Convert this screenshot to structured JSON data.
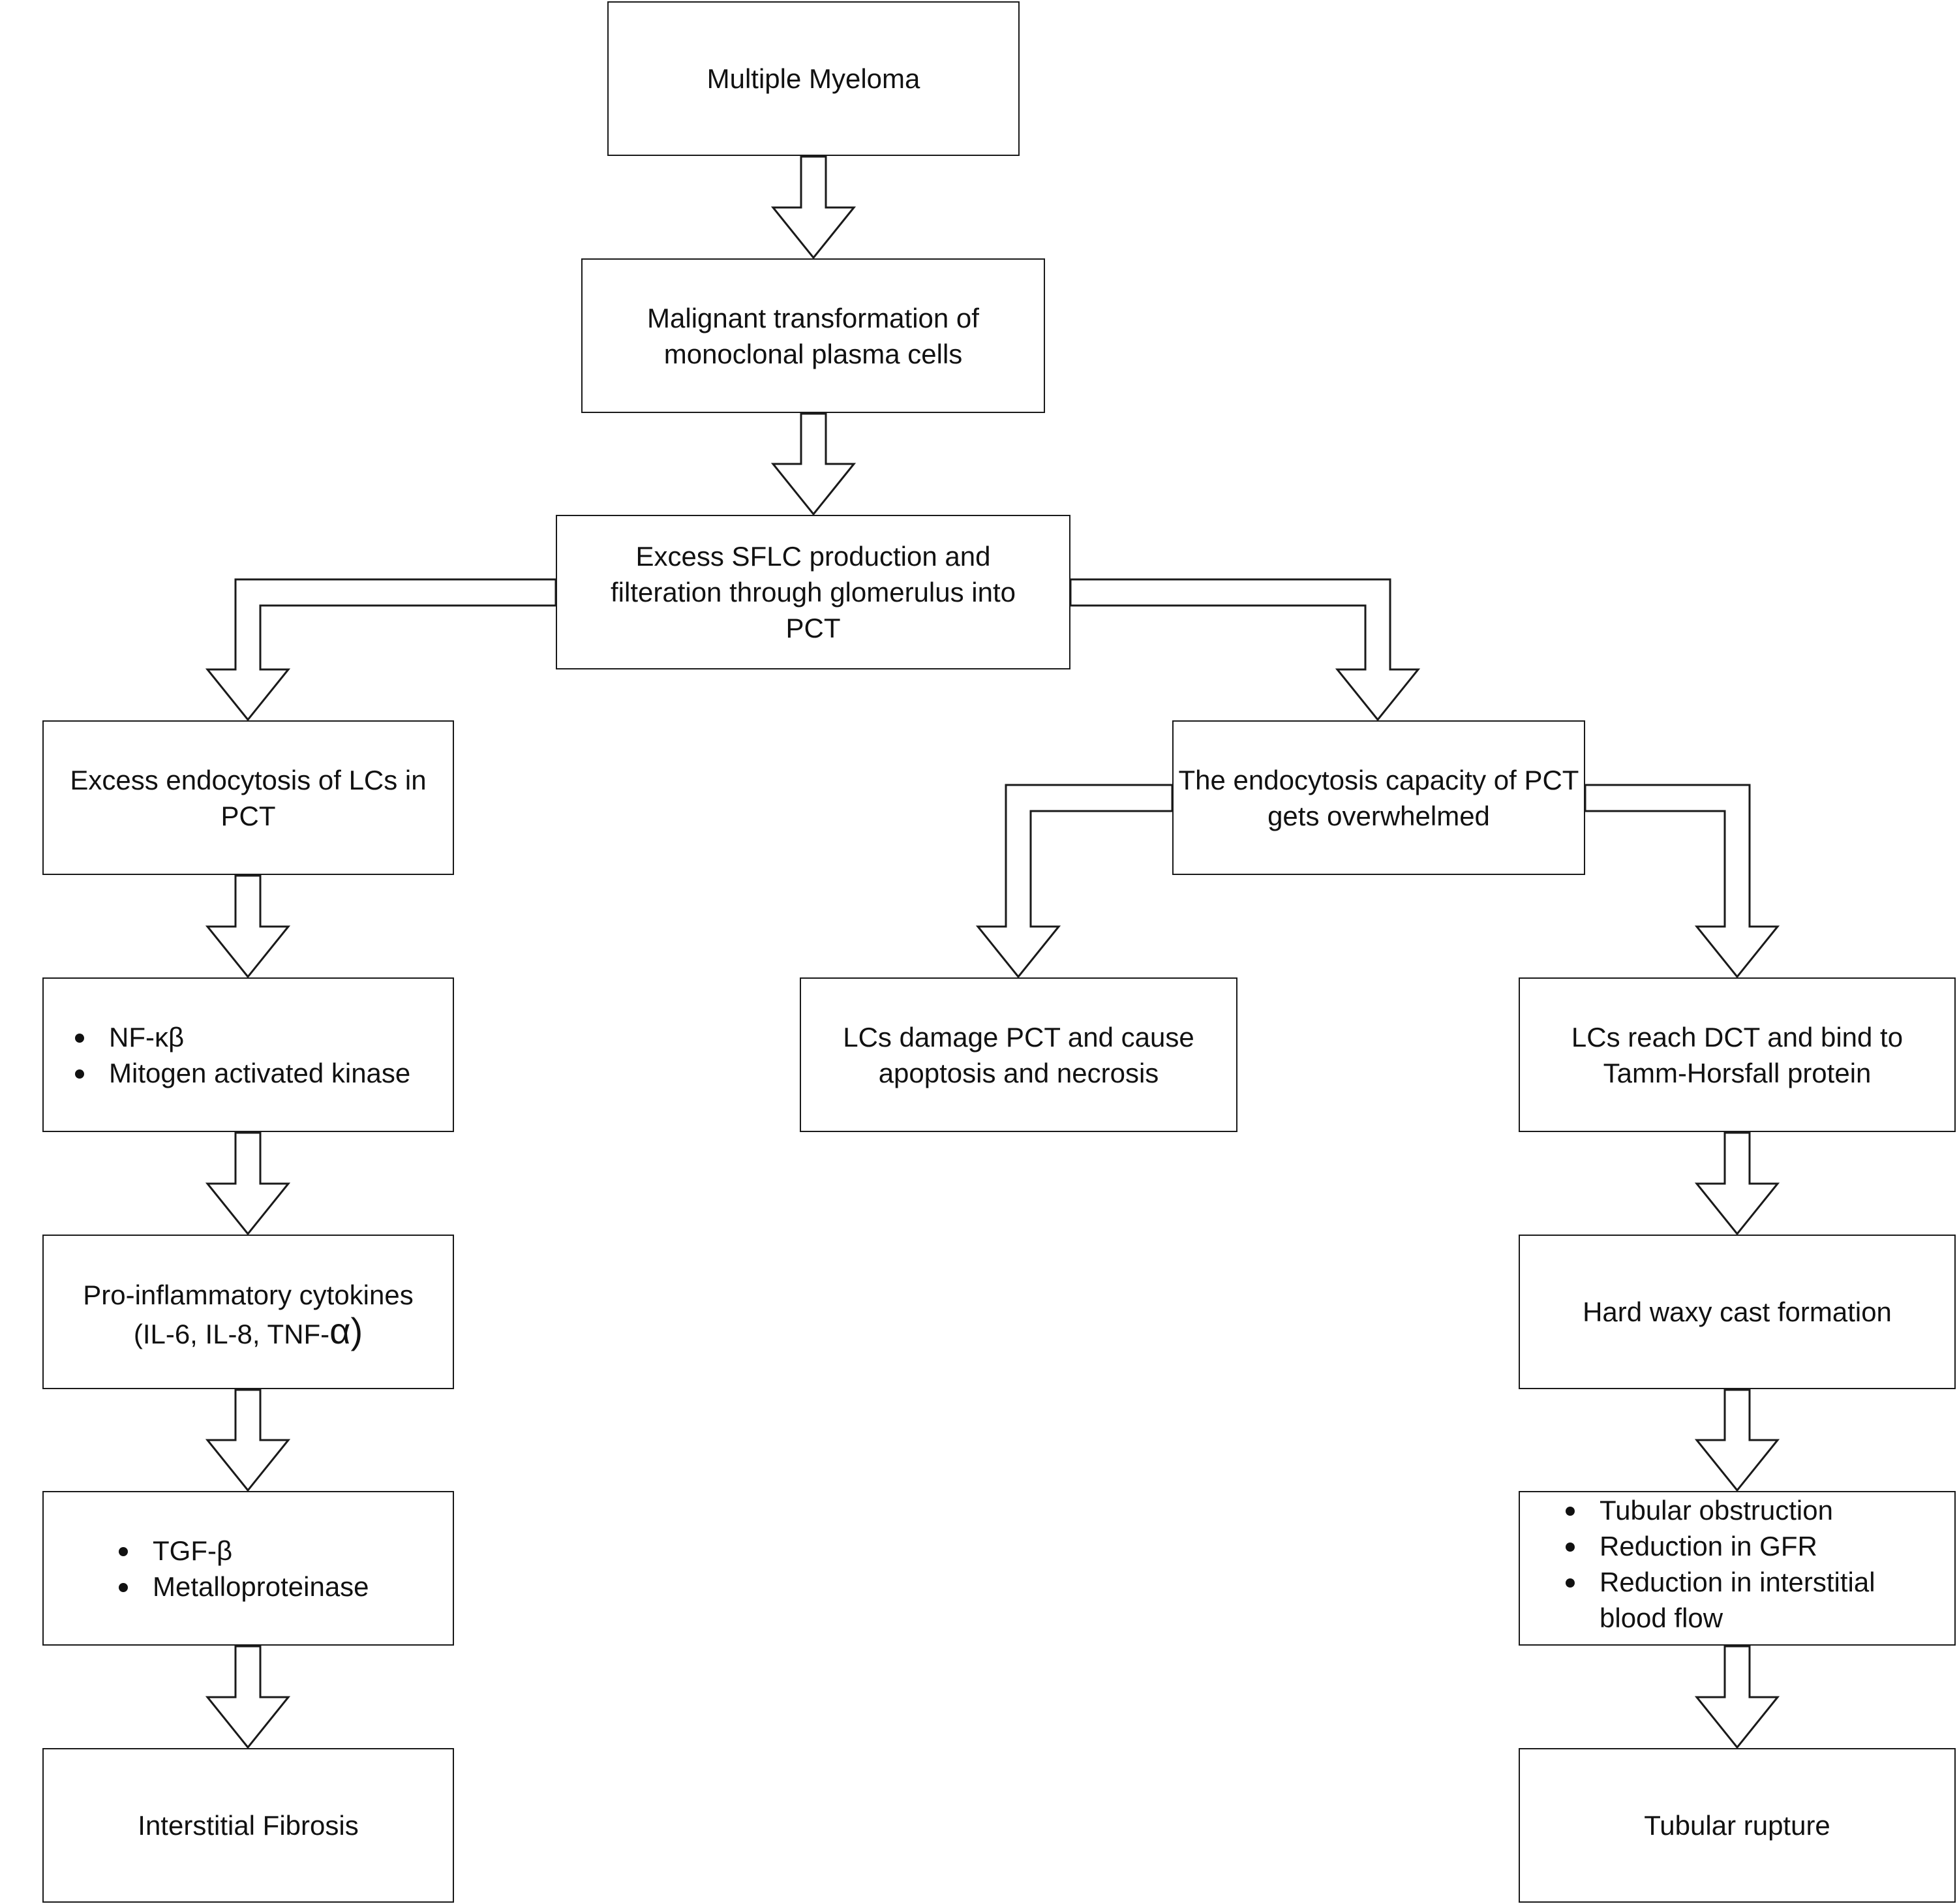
{
  "nodes": {
    "multiple_myeloma": "Multiple Myeloma",
    "malignant_transformation": "Malignant transformation of monoclonal plasma cells",
    "excess_sflc": "Excess SFLC production and filteration through glomerulus into PCT",
    "excess_endocytosis": "Excess endocytosis of LCs in PCT",
    "capacity_overwhelmed": "The endocytosis capacity of PCT gets overwhelmed",
    "signaling": [
      "NF-κβ",
      "Mitogen activated kinase"
    ],
    "lc_damage": "LCs damage PCT and cause apoptosis and necrosis",
    "lc_reach_dct": "LCs reach DCT and bind to Tamm-Horsfall protein",
    "cytokines_line1": "Pro-inflammatory cytokines",
    "cytokines_line2_prefix": "(IL-6, IL-8, TNF-",
    "cytokines_line2_symbol": "α",
    "cytokines_line2_suffix": ")",
    "cast_formation": "Hard waxy cast formation",
    "tgf_items": [
      "TGF-β",
      "Metalloproteinase"
    ],
    "obstruction_items": [
      "Tubular obstruction",
      "Reduction in GFR",
      "Reduction in interstitial blood flow"
    ],
    "interstitial_fibrosis": "Interstitial Fibrosis",
    "tubular_rupture": "Tubular rupture"
  }
}
